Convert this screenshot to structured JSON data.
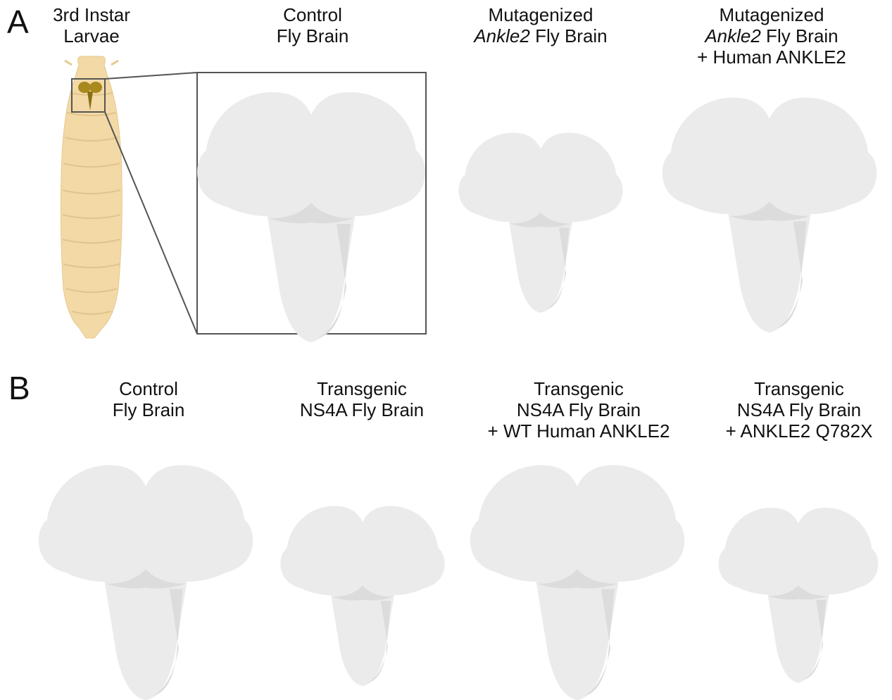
{
  "panelA": {
    "label": "A",
    "larvae_caption": [
      "3rd Instar",
      "Larvae"
    ],
    "control_caption": [
      "Control",
      "Fly Brain"
    ],
    "mutant_caption": {
      "italic": "Ankle2",
      "rest": " Fly Brain",
      "line1": "Mutagenized"
    },
    "rescue_caption": {
      "line1": "Mutagenized",
      "italic": "Ankle2",
      "rest": " Fly Brain",
      "line3": "+ Human ANKLE2"
    }
  },
  "panelB": {
    "label": "B",
    "control_caption": [
      "Control",
      "Fly Brain"
    ],
    "ns4a_caption": [
      "Transgenic",
      "NS4A Fly Brain"
    ],
    "wt_caption": [
      "Transgenic",
      "NS4A Fly Brain",
      "+ WT Human ANKLE2"
    ],
    "q782x_caption": [
      "Transgenic",
      "NS4A Fly Brain",
      "+ ANKLE2 Q782X"
    ]
  },
  "colors": {
    "brain_fill": "#ebebeb",
    "brain_shade": "#dcdcdc",
    "brain_outline": "#8a8a8a",
    "larva_body": "#f2d9a6",
    "larva_segment": "#e2c48d",
    "larva_brain": "#a8891e",
    "inset_box": "#555555"
  }
}
